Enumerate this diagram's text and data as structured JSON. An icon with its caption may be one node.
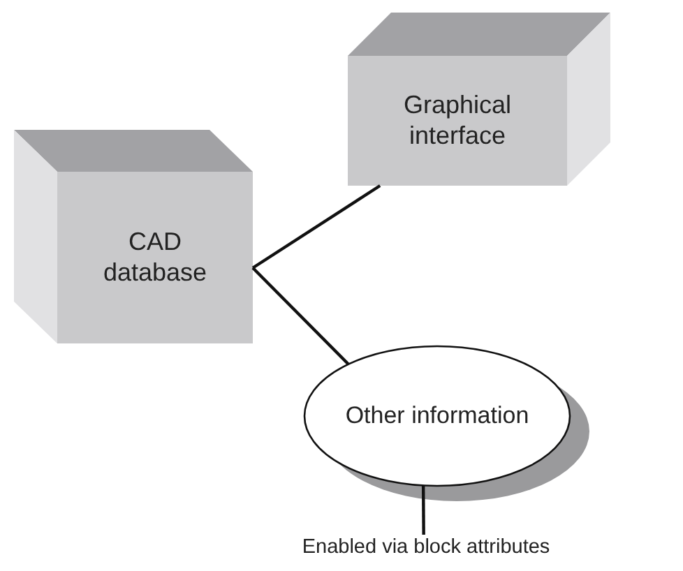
{
  "diagram": {
    "nodes": [
      {
        "text": [
          "CAD database"
        ]
      },
      {
        "text": [
          "Graphical interface"
        ]
      },
      {
        "text": [
          "Other information"
        ]
      },
      {
        "text": [
          "Enabled via block attributes"
        ]
      }
    ],
    "edges": [
      {
        "from": 0,
        "to": 1,
        "arrow": "none"
      },
      {
        "from": 0,
        "to": 2,
        "arrow": "none"
      },
      {
        "from": 3,
        "to": 2,
        "arrow": "none"
      }
    ]
  }
}
